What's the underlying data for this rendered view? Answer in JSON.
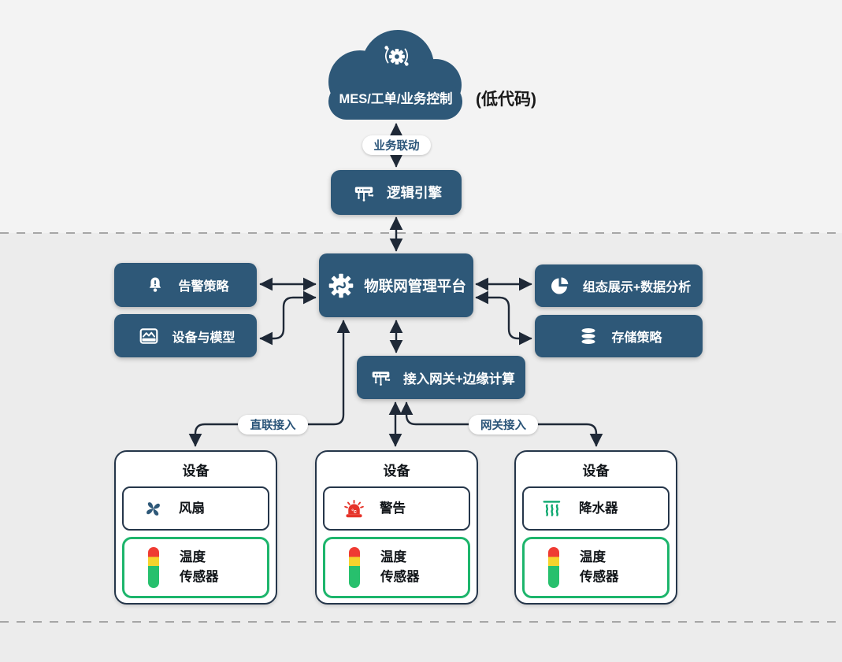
{
  "cloud": {
    "label": "MES/工单/业务控制",
    "note": "(低代码)"
  },
  "connections": {
    "business_link": "业务联动",
    "direct_access": "直联接入",
    "gateway_access": "网关接入"
  },
  "nodes": {
    "logic_engine": {
      "label": "逻辑引擎",
      "icon": "router-icon"
    },
    "platform": {
      "label": "物联网管理平台",
      "icon": "iot-gear-icon"
    },
    "alert_policy": {
      "label": "告警策略",
      "icon": "bell-icon"
    },
    "device_model": {
      "label": "设备与模型",
      "icon": "model-icon"
    },
    "viz_analytics": {
      "label": "组态展示+数据分析",
      "icon": "pie-icon"
    },
    "storage_policy": {
      "label": "存储策略",
      "icon": "database-icon"
    },
    "gateway": {
      "label": "接入网关+边缘计算",
      "icon": "router-icon"
    }
  },
  "devices": [
    {
      "title": "设备",
      "component": {
        "label": "风扇",
        "icon": "fan-icon"
      },
      "sensor": {
        "line1": "温度",
        "line2": "传感器",
        "icon": "temperature-bar-icon"
      }
    },
    {
      "title": "设备",
      "component": {
        "label": "警告",
        "icon": "alarm-icon"
      },
      "sensor": {
        "line1": "温度",
        "line2": "传感器",
        "icon": "temperature-bar-icon"
      }
    },
    {
      "title": "设备",
      "component": {
        "label": "降水器",
        "icon": "sprinkler-icon"
      },
      "sensor": {
        "line1": "温度",
        "line2": "传感器",
        "icon": "temperature-bar-icon"
      }
    }
  ],
  "colors": {
    "node_blue": "#2e5878",
    "line_dark": "#1f2937",
    "green_border": "#1db56c",
    "alarm_red": "#e63329",
    "sprinkler_green": "#0ea86f"
  }
}
